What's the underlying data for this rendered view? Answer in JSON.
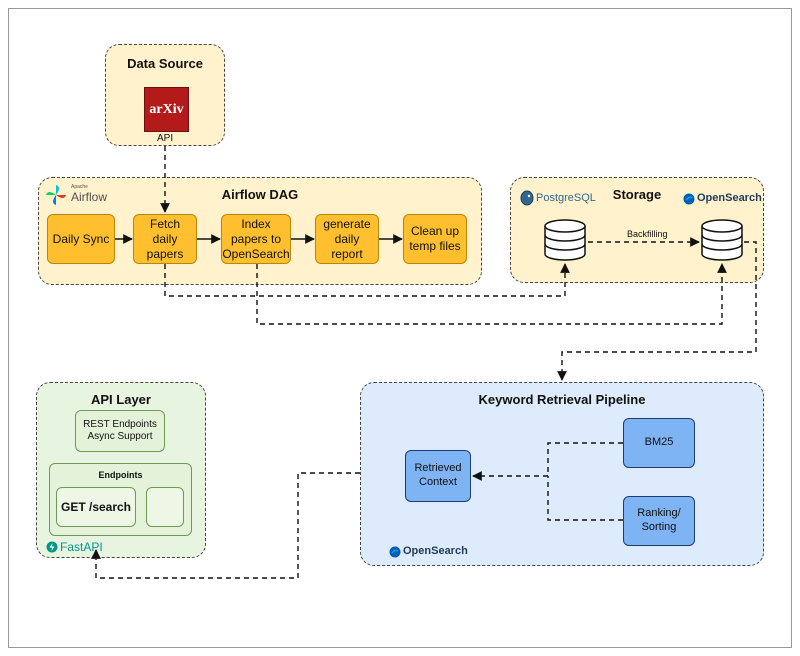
{
  "data_source": {
    "title": "Data Source",
    "arxiv_logo": "arXiv",
    "api_label": "API"
  },
  "airflow": {
    "title": "Airflow DAG",
    "logo_small": "Apache",
    "logo": "Airflow",
    "steps": [
      "Daily Sync",
      "Fetch daily papers",
      "Index papers to OpenSearch",
      "generate daily report",
      "Clean up temp files"
    ]
  },
  "storage": {
    "title": "Storage",
    "postgres_logo": "PostgreSQL",
    "opensearch_logo": "OpenSearch",
    "backfilling": "Backfilling"
  },
  "api_layer": {
    "title": "API Layer",
    "rest": "REST Endpoints Async Support",
    "endpoints_title": "Endpoints",
    "get_search": "GET /search",
    "fastapi_logo": "FastAPI"
  },
  "keyword": {
    "title": "Keyword Retrieval Pipeline",
    "retrieved": "Retrieved Context",
    "bm25": "BM25",
    "ranking": "Ranking/ Sorting",
    "opensearch_logo": "OpenSearch"
  },
  "colors": {
    "yellow_group": "#fff2cc",
    "orange_node": "#ffbf2e",
    "green_group": "#e7f4df",
    "blue_group": "#deebfc",
    "blue_node": "#7eb3f4",
    "arxiv_red": "#b31b1b"
  }
}
